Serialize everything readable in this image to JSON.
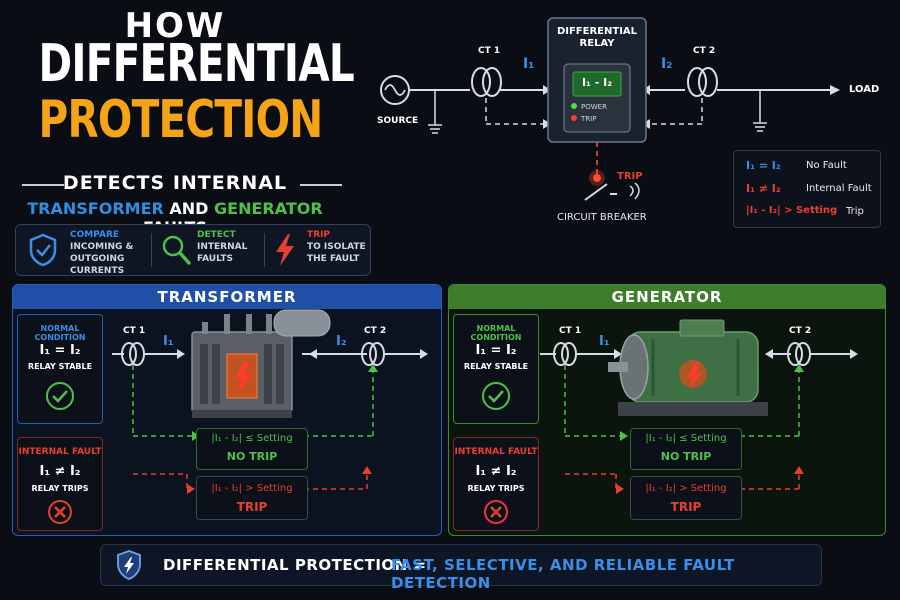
{
  "title": {
    "how": "HOW",
    "line1": "DIFFERENTIAL",
    "line2": "PROTECTION",
    "sub1": "DETECTS INTERNAL",
    "sub2_transformer": "TRANSFORMER",
    "sub2_and": " AND ",
    "sub2_generator": "GENERATOR",
    "sub2_faults": " FAULTS"
  },
  "summary": [
    {
      "head": "COMPARE",
      "rest1": "INCOMING &",
      "rest2": "OUTGOING",
      "rest3": "CURRENTS",
      "icon": "shield-check-icon",
      "color": "#3a8fe8"
    },
    {
      "head": "DETECT",
      "rest1": "INTERNAL",
      "rest2": "FAULTS",
      "rest3": "",
      "icon": "magnifier-icon",
      "color": "#4fc14a"
    },
    {
      "head": "TRIP",
      "rest1": "TO ISOLATE",
      "rest2": "THE FAULT",
      "rest3": "",
      "icon": "lightning-icon",
      "color": "#e8402f"
    }
  ],
  "top": {
    "relay_title1": "DIFFERENTIAL",
    "relay_title2": "RELAY",
    "relay_display": "I₁ - I₂",
    "power": "POWER",
    "trip": "TRIP",
    "ct1": "CT 1",
    "ct2": "CT 2",
    "i1": "I₁",
    "i2": "I₂",
    "source": "SOURCE",
    "load": "LOAD",
    "trip_label": "TRIP",
    "breaker": "CIRCUIT BREAKER"
  },
  "legend": [
    {
      "expr": "I₁ = I₂",
      "desc": "No Fault",
      "color": "#3a8fe8"
    },
    {
      "expr": "I₁ ≠ I₂",
      "desc": "Internal Fault",
      "color": "#e8402f"
    },
    {
      "expr": "|I₁ - I₂| > Setting",
      "desc": "Trip",
      "color": "#e8402f"
    }
  ],
  "transformer": {
    "header": "TRANSFORMER",
    "normal_title": "NORMAL CONDITION",
    "normal_eq": "I₁ = I₂",
    "normal_state": "RELAY STABLE",
    "fault_title": "INTERNAL FAULT",
    "fault_eq": "I₁ ≠ I₂",
    "fault_state": "RELAY TRIPS",
    "ct1": "CT 1",
    "ct2": "CT 2",
    "i1": "I₁",
    "i2": "I₂",
    "notrip_expr": "|I₁ - I₂| ≤ Setting",
    "notrip": "NO TRIP",
    "trip_expr": "|I₁ - I₂| > Setting",
    "trip": "TRIP"
  },
  "generator": {
    "header": "GENERATOR",
    "normal_title": "NORMAL CONDITION",
    "normal_eq": "I₁ = I₂",
    "normal_state": "RELAY STABLE",
    "fault_title": "INTERNAL FAULT",
    "fault_eq": "I₁ ≠ I₂",
    "fault_state": "RELAY TRIPS",
    "ct1": "CT 1",
    "ct2": "CT 2",
    "i1": "I₁",
    "notrip_expr": "|I₁ - I₂| ≤ Setting",
    "notrip": "NO TRIP",
    "trip_expr": "|I₁ - I₂| > Setting",
    "trip": "TRIP"
  },
  "bottom": {
    "left": "DIFFERENTIAL PROTECTION =",
    "right": "FAST, SELECTIVE, AND RELIABLE FAULT DETECTION"
  },
  "colors": {
    "blue": "#2f8fe0",
    "green": "#4fc14a",
    "red": "#e8402f",
    "orange": "#f5a318",
    "transformer_header": "#1f4fa6",
    "generator_header": "#3e7d2c"
  }
}
